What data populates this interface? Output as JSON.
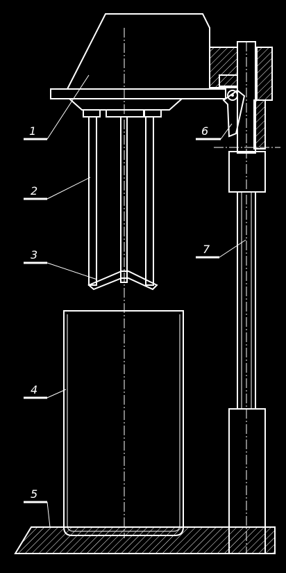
{
  "labels": {
    "item_1": "1",
    "item_2": "2",
    "item_3": "3",
    "item_4": "4",
    "item_5": "5",
    "item_6": "6",
    "item_7": "7"
  },
  "colors": {
    "background": "#000000",
    "stroke": "#ffffff"
  }
}
